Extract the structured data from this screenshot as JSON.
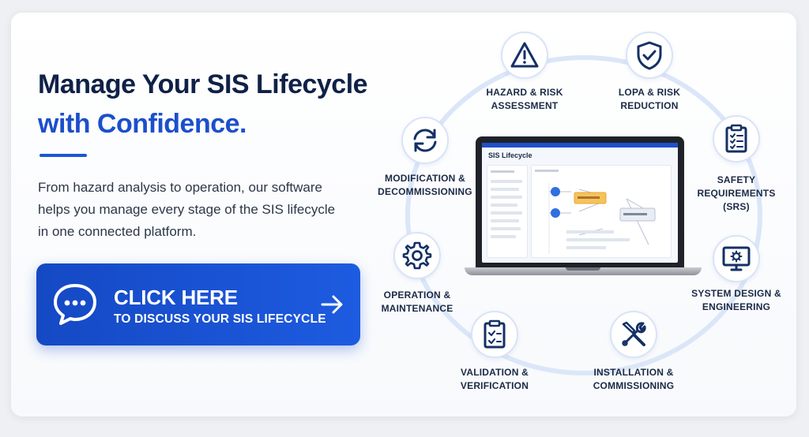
{
  "hero": {
    "title_line1": "Manage Your SIS Lifecycle",
    "title_line2": "with Confidence.",
    "description": "From hazard analysis to operation, our software helps you manage every stage of the SIS lifecycle in one connected platform."
  },
  "cta": {
    "title": "CLICK HERE",
    "subtitle": "TO DISCUSS YOUR SIS LIFECYCLE",
    "icon": "chat-bubble-icon",
    "arrow_icon": "arrow-right-icon"
  },
  "laptop": {
    "screen_title": "SIS Lifecycle"
  },
  "lifecycle": [
    {
      "id": "hazard",
      "label": "HAZARD & RISK\nASSESSMENT",
      "icon": "warning-icon"
    },
    {
      "id": "lopa",
      "label": "LOPA & RISK\nREDUCTION",
      "icon": "shield-check-icon"
    },
    {
      "id": "srs",
      "label": "SAFETY\nREQUIREMENTS\n(SRS)",
      "icon": "checklist-icon"
    },
    {
      "id": "design",
      "label": "SYSTEM DESIGN &\nENGINEERING",
      "icon": "monitor-gear-icon"
    },
    {
      "id": "install",
      "label": "INSTALLATION &\nCOMMISSIONING",
      "icon": "tools-icon"
    },
    {
      "id": "validation",
      "label": "VALIDATION &\nVERIFICATION",
      "icon": "clipboard-check-icon"
    },
    {
      "id": "operation",
      "label": "OPERATION &\nMAINTENANCE",
      "icon": "gear-icon"
    },
    {
      "id": "modification",
      "label": "MODIFICATION &\nDECOMMISSIONING",
      "icon": "refresh-icon"
    }
  ],
  "colors": {
    "brand_blue": "#1b4fcc",
    "navy": "#0f2147",
    "icon_navy": "#143066",
    "ring": "#dbe6f8"
  }
}
